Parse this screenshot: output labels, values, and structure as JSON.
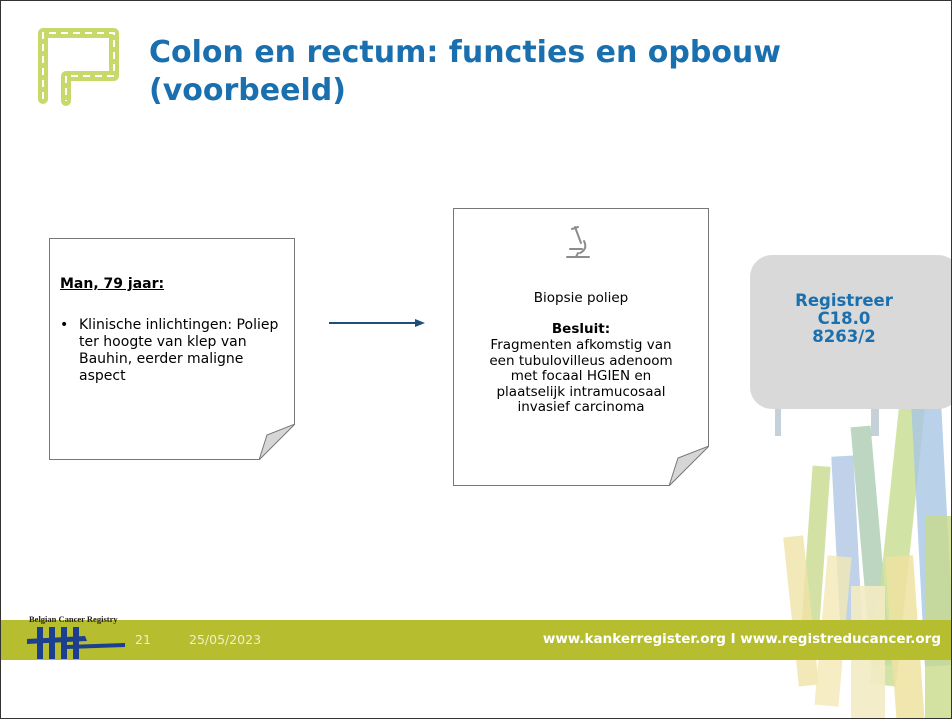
{
  "slide": {
    "title_line1": "Colon en rectum: functies en opbouw",
    "title_line2": "(voorbeeld)"
  },
  "case_note": {
    "heading": "Man, 79 jaar:",
    "bullet": "•",
    "items": [
      "Klinische inlichtingen: Poliep ter hoogte van klep van Bauhin, eerder maligne aspect"
    ]
  },
  "pathology_note": {
    "icon": "microscope-icon",
    "procedure": "Biopsie poliep",
    "decision_label": "Besluit:",
    "decision_lines": [
      "Fragmenten afkomstig van",
      "een tubulovilleus adenoom",
      "met focaal HGIEN en",
      "plaatselijk intramucosaal",
      "invasief carcinoma"
    ]
  },
  "registration": {
    "lines": [
      "Registreer",
      "C18.0",
      "8263/2"
    ]
  },
  "footer": {
    "org_name": "Belgian Cancer Registry",
    "page_number": "21",
    "date": "25/05/2023",
    "urls": "www.kankerregister.org  I  www.registreducancer.org"
  },
  "colors": {
    "title_blue": "#1a6fae",
    "footer_green": "#b6bd2e",
    "icon_green": "#c8d96a",
    "logo_blue": "#1d3f8f",
    "registration_box": "#d9d9d9"
  }
}
